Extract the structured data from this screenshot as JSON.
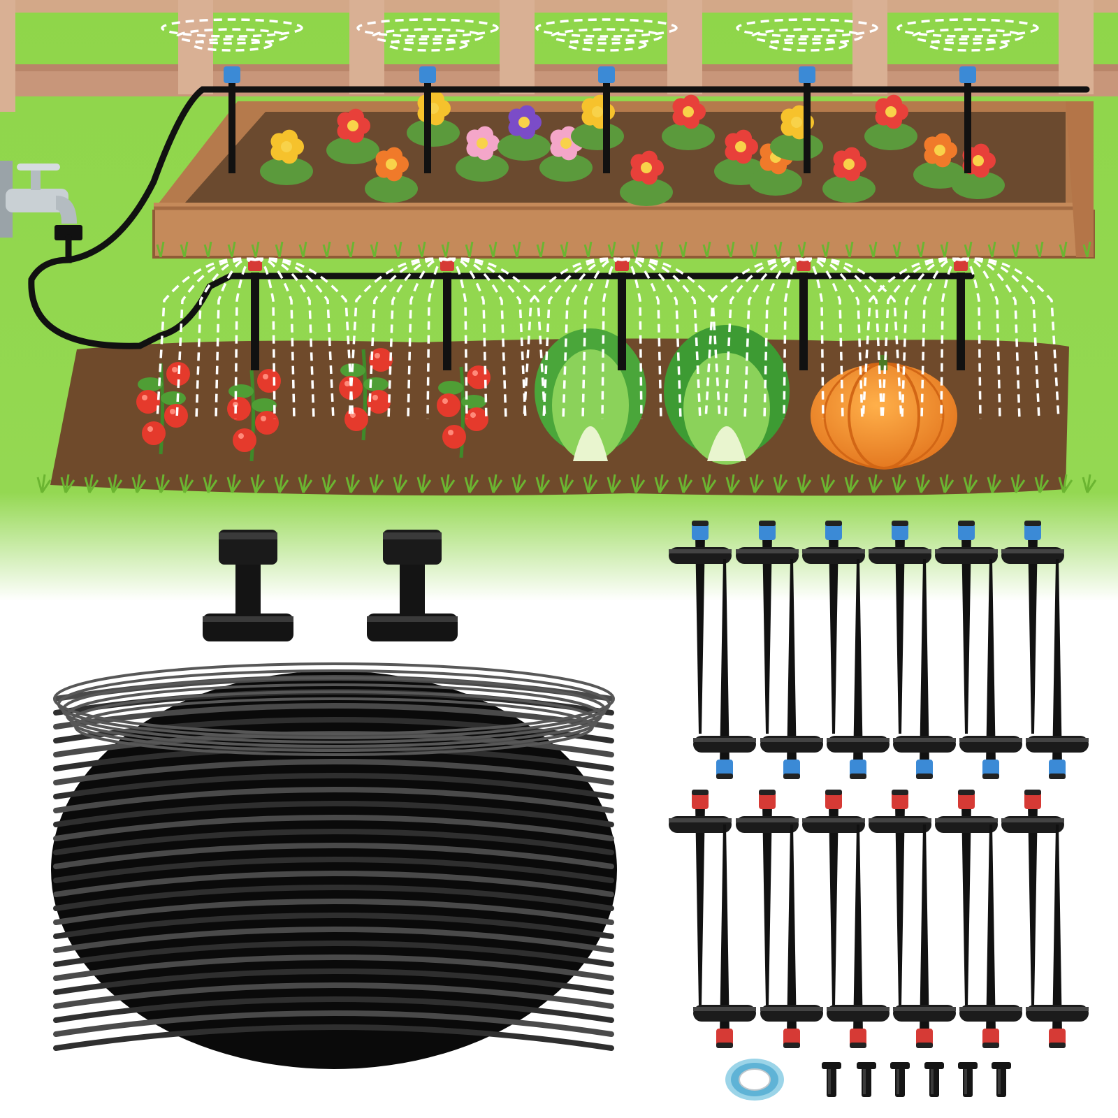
{
  "scene": {
    "description_items": [
      "fence",
      "raised-flower-bed",
      "vegetable-bed",
      "water-faucet",
      "tee-connectors",
      "tubing-coil",
      "blue-drip-emitters",
      "red-drip-emitters",
      "tape-roll",
      "end-plugs"
    ],
    "counts": {
      "tee_connectors": 2,
      "blue_emitters": 12,
      "red_emitters": 12,
      "plugs": 6,
      "tape_rolls": 1
    }
  },
  "colors": {
    "grass": "#8fd64a",
    "fence": "#d3a888",
    "soil": "#6b4a2f",
    "wood": "#c58a5a",
    "tube": "#141414",
    "blue_cap": "#3b8ad6",
    "red_cap": "#d63a35",
    "pumpkin": "#f08a22",
    "white": "#ffffff"
  }
}
